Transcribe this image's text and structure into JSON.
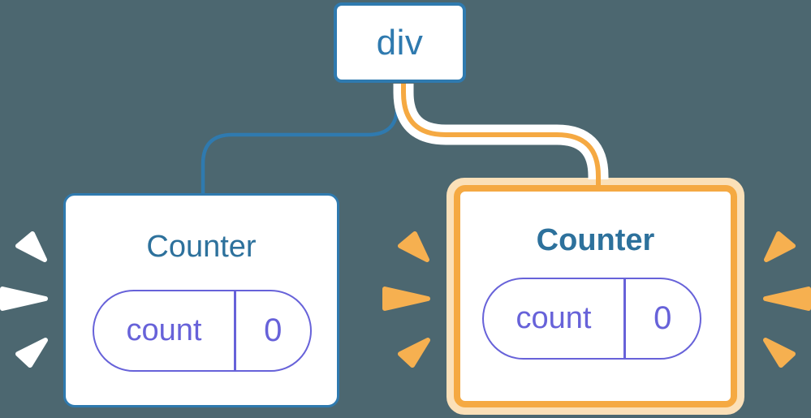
{
  "diagram": {
    "description": "React component tree diagram: a div parent with two Counter children holding state, right Counter highlighted as newly mounted",
    "root": {
      "label": "div"
    },
    "children": [
      {
        "title": "Counter",
        "state": {
          "key": "count",
          "value": "0"
        },
        "highlighted": false
      },
      {
        "title": "Counter",
        "state": {
          "key": "count",
          "value": "0"
        },
        "highlighted": true
      }
    ]
  },
  "colors": {
    "bg": "#4C6770",
    "white": "#FFFFFF",
    "blue": "#2F7AAF",
    "title": "#2D719C",
    "purple": "#6762D9",
    "orange": "#F5A942",
    "orange-light": "#FBE0B8",
    "orange-sparkle": "#F6B050"
  },
  "icons": {
    "left_sparkles": "white-burst-marks",
    "middle_sparkles": "orange-burst-marks",
    "right_sparkles": "orange-burst-marks"
  }
}
